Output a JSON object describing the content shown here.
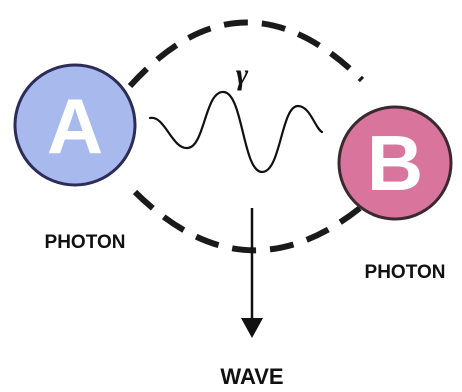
{
  "diagram": {
    "nodes": [
      {
        "id": "A",
        "letter": "A",
        "label": "PHOTON",
        "fill": "#a8b9ee",
        "stroke": "#2c2c58"
      },
      {
        "id": "B",
        "letter": "B",
        "label": "PHOTON",
        "fill": "#d9759c",
        "stroke": "#3a2a30"
      }
    ],
    "wave": {
      "symbol": "γ"
    },
    "output": {
      "label": "WAVE"
    },
    "colors": {
      "ink": "#111111",
      "dash": "#1a1a1a"
    }
  }
}
